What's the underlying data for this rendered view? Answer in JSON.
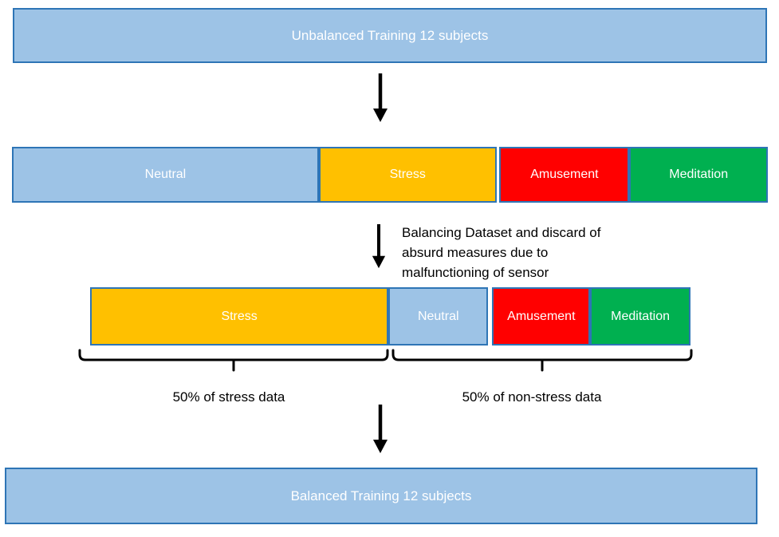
{
  "palette": {
    "segment_border": "#2E75B6",
    "bar_fill": "#9DC3E6",
    "neutral": "#9DC3E6",
    "stress": "#FFC000",
    "amusement": "#FF0000",
    "meditation": "#00B050",
    "arrow": "#000000",
    "bar_text": "#FFFFFF",
    "body_text": "#000000"
  },
  "top_bar": {
    "label": "Unbalanced Training 12 subjects"
  },
  "flow": {
    "unbalanced_row": {
      "segments": [
        {
          "label": "Neutral",
          "color_key": "neutral",
          "width_pct": 40.6
        },
        {
          "label": "Stress",
          "color_key": "stress",
          "width_pct": 23.5,
          "gap_after_pct": 0.4
        },
        {
          "label": "Amusement",
          "color_key": "amusement",
          "width_pct": 17.2
        },
        {
          "label": "Meditation",
          "color_key": "meditation",
          "width_pct": 18.3
        }
      ]
    },
    "balancing_note": {
      "lines": [
        "Balancing Dataset and discard of",
        "absurd measures due to",
        "malfunctioning of sensor"
      ]
    },
    "balanced_row": {
      "segments": [
        {
          "label": "Stress",
          "color_key": "stress",
          "width_pct": 49.7
        },
        {
          "label": "Neutral",
          "color_key": "neutral",
          "width_pct": 16.6,
          "gap_after_pct": 0.7
        },
        {
          "label": "Amusement",
          "color_key": "amusement",
          "width_pct": 16.3
        },
        {
          "label": "Meditation",
          "color_key": "meditation",
          "width_pct": 16.7
        }
      ]
    },
    "brace_labels": {
      "stress_half": "50% of stress data",
      "non_stress_half": "50% of non-stress data"
    }
  },
  "bottom_bar": {
    "label": "Balanced Training 12 subjects"
  }
}
